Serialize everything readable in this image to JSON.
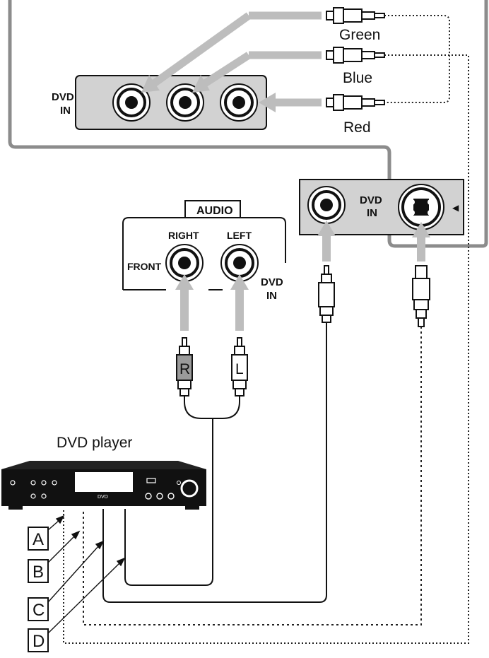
{
  "component_labels": {
    "green": "Green",
    "blue": "Blue",
    "red": "Red"
  },
  "panel_top": {
    "input_label_line1": "DVD",
    "input_label_line2": "IN"
  },
  "audio_panel": {
    "title": "AUDIO",
    "right": "RIGHT",
    "left": "LEFT",
    "front": "FRONT",
    "input_label_line1": "DVD",
    "input_label_line2": "IN"
  },
  "video_panel": {
    "input_label_line1": "DVD",
    "input_label_line2": "IN",
    "arrow_glyph": "◀"
  },
  "plugs": {
    "right": "R",
    "left": "L"
  },
  "player": {
    "caption": "DVD player",
    "display_text": "DVD"
  },
  "cable_keys": [
    "A",
    "B",
    "C",
    "D"
  ],
  "colors": {
    "panel_gray": "#d2d2d2",
    "arrow_gray": "#bdbdbd",
    "line": "#222222",
    "cable_gray": "#8c8c8c"
  }
}
